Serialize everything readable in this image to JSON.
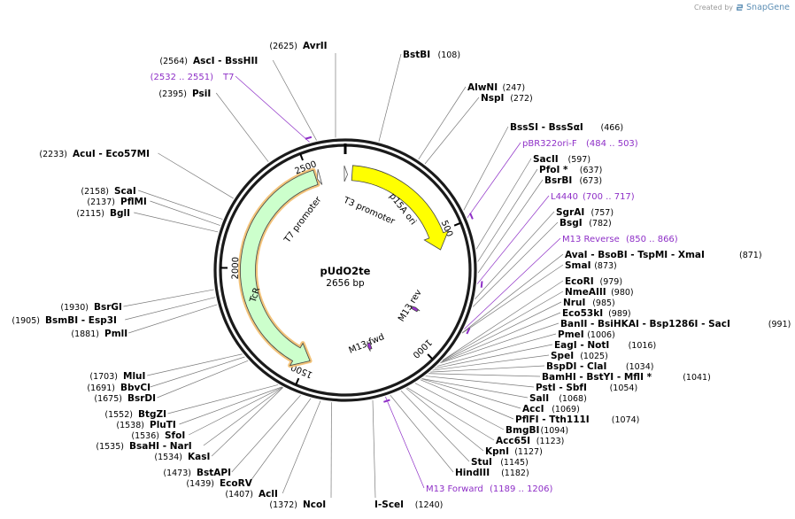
{
  "credit": {
    "prefix": "Created by",
    "brand": "SnapGene"
  },
  "plasmid": {
    "name": "pUdO2te",
    "length_label": "2656 bp",
    "length": 2656
  },
  "ticks": [
    {
      "label": "500",
      "bp": 500
    },
    {
      "label": "1000",
      "bp": 1000
    },
    {
      "label": "1500",
      "bp": 1500
    },
    {
      "label": "2000",
      "bp": 2000
    },
    {
      "label": "2500",
      "bp": 2500
    }
  ],
  "features": [
    {
      "name": "p15A ori",
      "start": 30,
      "end": 575,
      "color": "#ffff00",
      "dir": 1
    },
    {
      "name": "TcR",
      "start": 1485,
      "end": 2525,
      "color": "#ccffcc",
      "dir": -1
    },
    {
      "name": "T3 promoter",
      "start": 2645,
      "end": 2664,
      "color": "#ffffff",
      "dir": 1
    },
    {
      "name": "T7 promoter",
      "start": 2535,
      "end": 2553,
      "color": "#ffffff",
      "dir": -1
    },
    {
      "name": "M13 rev",
      "start": 870,
      "end": 886,
      "color": "#9b30d0",
      "dir": -1
    },
    {
      "name": "M13 fwd",
      "start": 1190,
      "end": 1207,
      "color": "#9b30d0",
      "dir": 1
    }
  ],
  "labels": [
    {
      "name": "AvrII",
      "pos": "(2625)",
      "site": 2625,
      "kind": "enzyme"
    },
    {
      "name": "BstBI",
      "pos": "(108)",
      "site": 108,
      "kind": "enzyme"
    },
    {
      "name": "AscI  - BssHII",
      "pos": "(2564)",
      "site": 2564,
      "kind": "enzyme"
    },
    {
      "name": "T7",
      "pos": "(2532 .. 2551)",
      "site": 2541,
      "kind": "primer"
    },
    {
      "name": "AlwNI",
      "pos": "(247)",
      "site": 247,
      "kind": "enzyme"
    },
    {
      "name": "NspI",
      "pos": "(272)",
      "site": 272,
      "kind": "enzyme"
    },
    {
      "name": "PsiI",
      "pos": "(2395)",
      "site": 2395,
      "kind": "enzyme"
    },
    {
      "name": "BssSI  - BssSαI",
      "pos": "(466)",
      "site": 466,
      "kind": "enzyme"
    },
    {
      "name": "pBR322ori-F",
      "pos": "(484 .. 503)",
      "site": 493,
      "kind": "primer"
    },
    {
      "name": "AcuI  - Eco57MI",
      "pos": "(2233)",
      "site": 2233,
      "kind": "enzyme"
    },
    {
      "name": "SacII",
      "pos": "(597)",
      "site": 597,
      "kind": "enzyme"
    },
    {
      "name": "PfoI *",
      "pos": "(637)",
      "site": 637,
      "kind": "enzyme"
    },
    {
      "name": "BsrBI",
      "pos": "(673)",
      "site": 673,
      "kind": "enzyme"
    },
    {
      "name": "ScaI",
      "pos": "(2158)",
      "site": 2158,
      "kind": "enzyme"
    },
    {
      "name": "L4440",
      "pos": "(700 .. 717)",
      "site": 708,
      "kind": "primer"
    },
    {
      "name": "PflMI",
      "pos": "(2137)",
      "site": 2137,
      "kind": "enzyme"
    },
    {
      "name": "BglI",
      "pos": "(2115)",
      "site": 2115,
      "kind": "enzyme"
    },
    {
      "name": "SgrAI",
      "pos": "(757)",
      "site": 757,
      "kind": "enzyme"
    },
    {
      "name": "BsgI",
      "pos": "(782)",
      "site": 782,
      "kind": "enzyme"
    },
    {
      "name": "M13 Reverse",
      "pos": "(850 .. 866)",
      "site": 858,
      "kind": "primer"
    },
    {
      "name": "AvaI  - BsoBI  - TspMI  - XmaI",
      "pos": "(871)",
      "site": 871,
      "kind": "enzyme"
    },
    {
      "name": "SmaI",
      "pos": "(873)",
      "site": 873,
      "kind": "enzyme"
    },
    {
      "name": "EcoRI",
      "pos": "(979)",
      "site": 979,
      "kind": "enzyme"
    },
    {
      "name": "NmeAIII",
      "pos": "(980)",
      "site": 980,
      "kind": "enzyme"
    },
    {
      "name": "BsrGI",
      "pos": "(1930)",
      "site": 1930,
      "kind": "enzyme"
    },
    {
      "name": "NruI",
      "pos": "(985)",
      "site": 985,
      "kind": "enzyme"
    },
    {
      "name": "BsmBI  - Esp3I",
      "pos": "(1905)",
      "site": 1905,
      "kind": "enzyme"
    },
    {
      "name": "Eco53kI",
      "pos": "(989)",
      "site": 989,
      "kind": "enzyme"
    },
    {
      "name": "PmlI",
      "pos": "(1881)",
      "site": 1881,
      "kind": "enzyme"
    },
    {
      "name": "BanII  - BsiHKAI  - Bsp1286I  - SacI",
      "pos": "(991)",
      "site": 991,
      "kind": "enzyme"
    },
    {
      "name": "PmeI",
      "pos": "(1006)",
      "site": 1006,
      "kind": "enzyme"
    },
    {
      "name": "EagI  - NotI",
      "pos": "(1016)",
      "site": 1016,
      "kind": "enzyme"
    },
    {
      "name": "SpeI",
      "pos": "(1025)",
      "site": 1025,
      "kind": "enzyme"
    },
    {
      "name": "BspDI  - ClaI",
      "pos": "(1034)",
      "site": 1034,
      "kind": "enzyme"
    },
    {
      "name": "MluI",
      "pos": "(1703)",
      "site": 1703,
      "kind": "enzyme"
    },
    {
      "name": "BamHI  - BstYI  - MflI *",
      "pos": "(1041)",
      "site": 1041,
      "kind": "enzyme"
    },
    {
      "name": "BbvCI",
      "pos": "(1691)",
      "site": 1691,
      "kind": "enzyme"
    },
    {
      "name": "PstI  - SbfI",
      "pos": "(1054)",
      "site": 1054,
      "kind": "enzyme"
    },
    {
      "name": "BsrDI",
      "pos": "(1675)",
      "site": 1675,
      "kind": "enzyme"
    },
    {
      "name": "SalI",
      "pos": "(1068)",
      "site": 1068,
      "kind": "enzyme"
    },
    {
      "name": "AccI",
      "pos": "(1069)",
      "site": 1069,
      "kind": "enzyme"
    },
    {
      "name": "BtgZI",
      "pos": "(1552)",
      "site": 1552,
      "kind": "enzyme"
    },
    {
      "name": "PflFI  - Tth111I",
      "pos": "(1074)",
      "site": 1074,
      "kind": "enzyme"
    },
    {
      "name": "PluTI",
      "pos": "(1538)",
      "site": 1538,
      "kind": "enzyme"
    },
    {
      "name": "BmgBI",
      "pos": "(1094)",
      "site": 1094,
      "kind": "enzyme"
    },
    {
      "name": "SfoI",
      "pos": "(1536)",
      "site": 1536,
      "kind": "enzyme"
    },
    {
      "name": "BsaHI  - NarI",
      "pos": "(1535)",
      "site": 1535,
      "kind": "enzyme"
    },
    {
      "name": "Acc65I",
      "pos": "(1123)",
      "site": 1123,
      "kind": "enzyme"
    },
    {
      "name": "KasI",
      "pos": "(1534)",
      "site": 1534,
      "kind": "enzyme"
    },
    {
      "name": "KpnI",
      "pos": "(1127)",
      "site": 1127,
      "kind": "enzyme"
    },
    {
      "name": "StuI",
      "pos": "(1145)",
      "site": 1145,
      "kind": "enzyme"
    },
    {
      "name": "BstAPI",
      "pos": "(1473)",
      "site": 1473,
      "kind": "enzyme"
    },
    {
      "name": "HindIII",
      "pos": "(1182)",
      "site": 1182,
      "kind": "enzyme"
    },
    {
      "name": "EcoRV",
      "pos": "(1439)",
      "site": 1439,
      "kind": "enzyme"
    },
    {
      "name": "M13 Forward",
      "pos": "(1189 .. 1206)",
      "site": 1198,
      "kind": "primer"
    },
    {
      "name": "AclI",
      "pos": "(1407)",
      "site": 1407,
      "kind": "enzyme"
    },
    {
      "name": "NcoI",
      "pos": "(1372)",
      "site": 1372,
      "kind": "enzyme"
    },
    {
      "name": "I-SceI",
      "pos": "(1240)",
      "site": 1240,
      "kind": "enzyme"
    }
  ]
}
